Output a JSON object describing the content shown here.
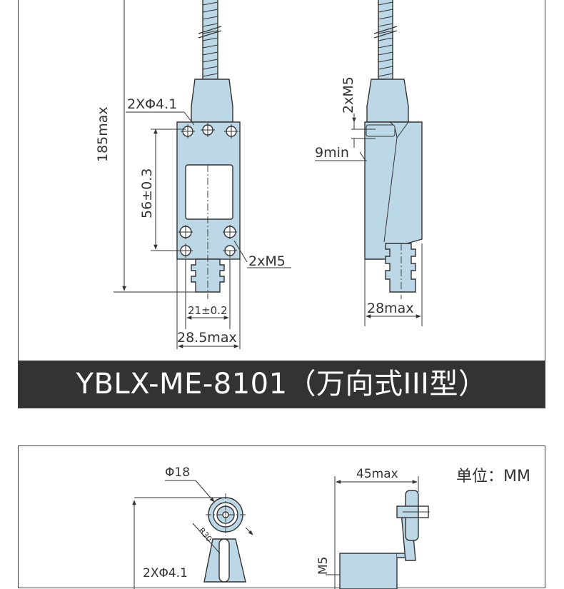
{
  "top": {
    "title": "YBLX-ME-8101（万向式III型）",
    "dims": {
      "height_total": "185max",
      "mount_holes": "2XΦ4.1",
      "hole_spacing": "56±0.3",
      "screw": "2xM5",
      "hole_width": "21±0.2",
      "body_width": "28.5max",
      "side_screw": "2xM5",
      "min_gap": "9min",
      "depth": "28max"
    }
  },
  "bottom": {
    "unit": "单位：MM",
    "dims": {
      "roller_dia": "Φ18",
      "roller_radius": "R30",
      "width": "45max",
      "mount_holes": "2XΦ4.1",
      "side_screw": "M5"
    }
  },
  "colors": {
    "fill": "#bcd8e6",
    "line": "#333333",
    "title_bg": "#333333"
  }
}
